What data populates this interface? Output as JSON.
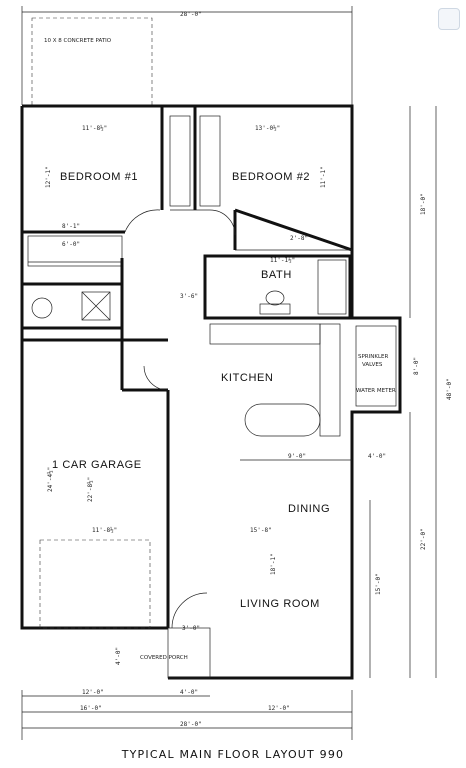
{
  "title": "TYPICAL MAIN FLOOR LAYOUT 990",
  "patio_label": "10 X 8 CONCRETE PATIO",
  "top_dim": "28'-0\"",
  "rooms": {
    "bedroom1": "BEDROOM #1",
    "bedroom2": "BEDROOM #2",
    "bath": "BATH",
    "kitchen": "KITCHEN",
    "garage": "1 CAR GARAGE",
    "dining": "DINING",
    "living": "LIVING ROOM",
    "porch": "COVERED PORCH"
  },
  "annotations": {
    "sprinkler": "SPRINKLER",
    "valves": "VALVES",
    "water_meter": "WATER METER"
  },
  "dims": {
    "bed1_w": "11'-8½\"",
    "bed2_w": "13'-0½\"",
    "bed1_h": "12'-1\"",
    "bed2_h": "11'-1\"",
    "right_18": "18'-0\"",
    "right_48": "48'-0\"",
    "right_22": "22'-0\"",
    "right_15": "15'-0\"",
    "right_8": "8'-0\"",
    "kitchen_9": "9'-0\"",
    "kitchen_4": "4'-0\"",
    "dining_15": "15'-8\"",
    "living_18": "18'-1\"",
    "garage_24": "24'-4½\"",
    "garage_22": "22'-8½\"",
    "garage_w": "11'-8½\"",
    "porch_4": "4'-0\"",
    "porch_3": "3'-0\"",
    "bot_12a": "12'-0\"",
    "bot_4": "4'-0\"",
    "bot_16": "16'-0\"",
    "bot_12b": "12'-0\"",
    "bot_28": "28'-0\"",
    "hall_8": "8'-1\"",
    "hall_6": "6'-0\"",
    "bath_11": "11'-1½\"",
    "bath_2": "2'-8\"",
    "bath_3": "3'-6\""
  }
}
